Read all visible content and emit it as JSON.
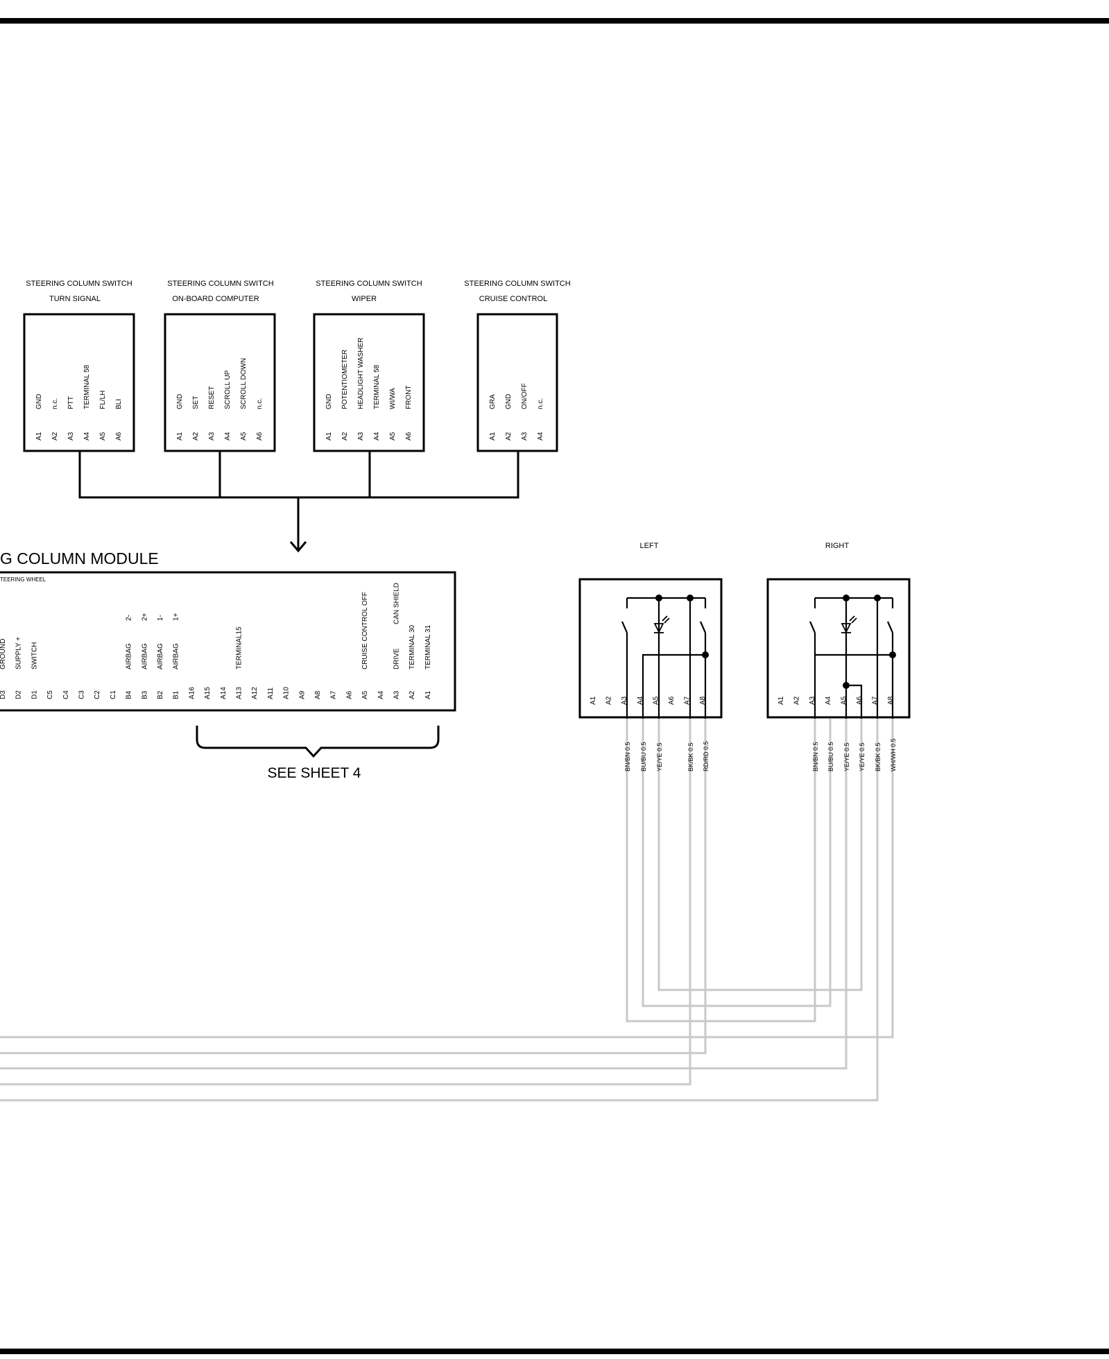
{
  "switches": [
    {
      "title": "STEERING COLUMN SWITCH",
      "subtitle": "TURN SIGNAL",
      "signals": [
        "GND",
        "n.c.",
        "PTT",
        "TERMINAL 58",
        "FL/LH",
        "BLI"
      ],
      "pins": [
        "A1",
        "A2",
        "A3",
        "A4",
        "A5",
        "A6"
      ]
    },
    {
      "title": "STEERING COLUMN SWITCH",
      "subtitle": "ON-BOARD COMPUTER",
      "signals": [
        "GND",
        "SET",
        "RESET",
        "SCROLL UP",
        "SCROLL DOWN",
        "n.c."
      ],
      "pins": [
        "A1",
        "A2",
        "A3",
        "A4",
        "A5",
        "A6"
      ]
    },
    {
      "title": "STEERING COLUMN SWITCH",
      "subtitle": "WIPER",
      "signals": [
        "GND",
        "POTENTIOMETER",
        "HEADLIGHT WASHER",
        "TERMINAL 58",
        "WI/WA",
        "FRONT"
      ],
      "pins": [
        "A1",
        "A2",
        "A3",
        "A4",
        "A5",
        "A6"
      ]
    },
    {
      "title": "STEERING COLUMN SWITCH",
      "subtitle": "CRUISE CONTROL",
      "signals": [
        "GRA",
        "GND",
        "ON/OFF",
        "n.c."
      ],
      "pins": [
        "A1",
        "A2",
        "A3",
        "A4"
      ]
    }
  ],
  "module": {
    "title": "G COLUMN  MODULE",
    "subtitle": "TEERING WHEEL",
    "pins": [
      "D3",
      "D2",
      "D1",
      "C5",
      "C4",
      "C3",
      "C2",
      "C1",
      "B4",
      "B3",
      "B2",
      "B1",
      "A16",
      "A15",
      "A14",
      "A13",
      "A12",
      "A11",
      "A10",
      "A9",
      "A8",
      "A7",
      "A6",
      "A5",
      "A4",
      "A3",
      "A2",
      "A1"
    ],
    "labels": {
      "D3": [
        "GROUND"
      ],
      "D2": [
        "SUPPLY +"
      ],
      "D1": [
        "SWITCH"
      ],
      "B4": [
        "AIRBAG",
        "2-"
      ],
      "B3": [
        "AIRBAG",
        "2+"
      ],
      "B2": [
        "AIRBAG",
        "1-"
      ],
      "B1": [
        "AIRBAG",
        "1+"
      ],
      "A13": [
        "TERMINAL15"
      ],
      "A5": [
        "CRUISE CONTROL OFF"
      ],
      "A3": [
        "DRIVE",
        "CAN SHIELD"
      ],
      "A2": [
        "TERMINAL 30"
      ],
      "A1": [
        "TERMINAL 31"
      ]
    },
    "see_sheet": "SEE SHEET 4"
  },
  "side_switches": [
    {
      "title": "LEFT",
      "pins": [
        "A1",
        "A2",
        "A3",
        "A4",
        "A5",
        "A6",
        "A7",
        "A8"
      ],
      "wires": [
        "BN/BN 0.5",
        "BU/BU 0.5",
        "YE/YE 0.5",
        "BK/BK 0.5",
        "RD/RD 0.5"
      ]
    },
    {
      "title": "RIGHT",
      "pins": [
        "A1",
        "A2",
        "A3",
        "A4",
        "A5",
        "A6",
        "A7",
        "A8"
      ],
      "wires": [
        "BN/BN 0.5",
        "BU/BU 0.5",
        "YE/YE 0.5",
        "YE/YE 0.5",
        "BK/BK 0.5",
        "WH/WH 0.5"
      ]
    }
  ],
  "colors": {
    "line": "#000000",
    "wire": "#c8c8c8",
    "background": "#ffffff"
  }
}
